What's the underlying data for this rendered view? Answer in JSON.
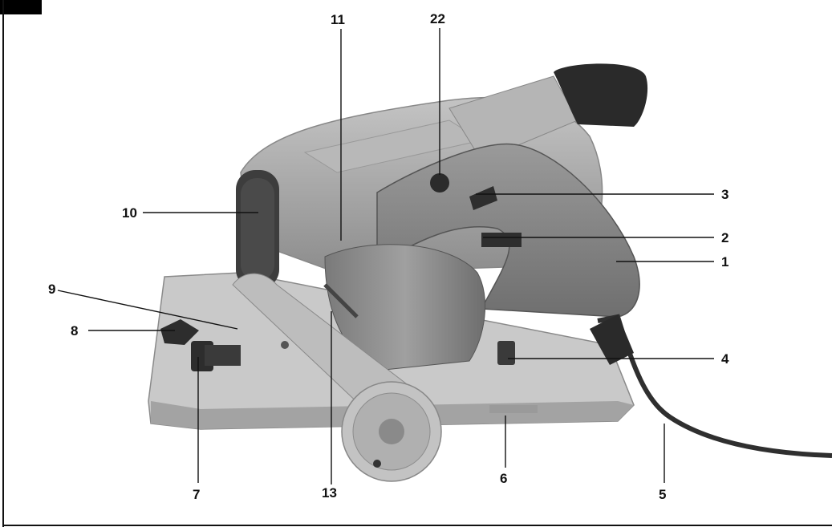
{
  "figure": {
    "description_icon": "circular-saw-icon",
    "colors": {
      "background": "#ffffff",
      "body": "#a9a9a9",
      "dark": "#3a3a3a",
      "leader": "#111111"
    },
    "callouts": [
      {
        "id": "22",
        "label": "22"
      },
      {
        "id": "11",
        "label": "11"
      },
      {
        "id": "10",
        "label": "10"
      },
      {
        "id": "3",
        "label": "3"
      },
      {
        "id": "2",
        "label": "2"
      },
      {
        "id": "1",
        "label": "1"
      },
      {
        "id": "9",
        "label": "9"
      },
      {
        "id": "8",
        "label": "8"
      },
      {
        "id": "4",
        "label": "4"
      },
      {
        "id": "7",
        "label": "7"
      },
      {
        "id": "13",
        "label": "13"
      },
      {
        "id": "6",
        "label": "6"
      },
      {
        "id": "5",
        "label": "5"
      }
    ]
  }
}
